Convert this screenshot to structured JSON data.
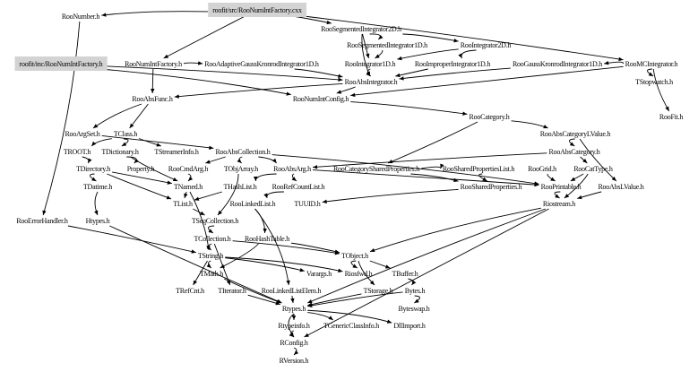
{
  "diagram": {
    "type": "include-dependency-graph",
    "highlight_color": "#d3d3d3",
    "nodes": [
      {
        "id": "roofit/src/RooNumIntFactory.cxx",
        "highlighted": true
      },
      {
        "id": "RooNumber.h"
      },
      {
        "id": "RooSegmentedIntegrator2D.h"
      },
      {
        "id": "RooSegmentedIntegrator1D.h"
      },
      {
        "id": "RooIntegrator2D.h"
      },
      {
        "id": "roofit/inc/RooNumIntFactory.h",
        "highlighted": true
      },
      {
        "id": "RooNumIntFactory.h"
      },
      {
        "id": "RooAdaptiveGaussKronrodIntegrator1D.h"
      },
      {
        "id": "RooIntegrator1D.h"
      },
      {
        "id": "RooImproperIntegrator1D.h"
      },
      {
        "id": "RooGaussKronrodIntegrator1D.h"
      },
      {
        "id": "RooMCIntegrator.h"
      },
      {
        "id": "RooAbsIntegrator.h"
      },
      {
        "id": "TStopwatch.h"
      },
      {
        "id": "RooAbsFunc.h"
      },
      {
        "id": "RooNumIntConfig.h"
      },
      {
        "id": "RooCategory.h"
      },
      {
        "id": "RooFit.h"
      },
      {
        "id": "RooArgSet.h"
      },
      {
        "id": "TClass.h"
      },
      {
        "id": "RooAbsCategoryLValue.h"
      },
      {
        "id": "TROOT.h"
      },
      {
        "id": "TDictionary.h"
      },
      {
        "id": "TStreamerInfo.h"
      },
      {
        "id": "RooAbsCollection.h"
      },
      {
        "id": "RooAbsCategory.h"
      },
      {
        "id": "TDirectory.h"
      },
      {
        "id": "Property.h"
      },
      {
        "id": "RooCmdArg.h"
      },
      {
        "id": "TObjArray.h"
      },
      {
        "id": "RooAbsArg.h"
      },
      {
        "id": "RooCategorySharedProperties.h"
      },
      {
        "id": "RooSharedPropertiesList.h"
      },
      {
        "id": "RooGrid.h"
      },
      {
        "id": "RooCatType.h"
      },
      {
        "id": "TDatime.h"
      },
      {
        "id": "TNamed.h"
      },
      {
        "id": "THashList.h"
      },
      {
        "id": "RooRefCountList.h"
      },
      {
        "id": "RooSharedProperties.h"
      },
      {
        "id": "RooPrintable.h"
      },
      {
        "id": "RooAbsLValue.h"
      },
      {
        "id": "TList.h"
      },
      {
        "id": "RooLinkedList.h"
      },
      {
        "id": "TUUID.h"
      },
      {
        "id": "Riostream.h"
      },
      {
        "id": "RooErrorHandler.h"
      },
      {
        "id": "Htypes.h"
      },
      {
        "id": "TSeqCollection.h"
      },
      {
        "id": "TCollection.h"
      },
      {
        "id": "RooHashTable.h"
      },
      {
        "id": "TString.h"
      },
      {
        "id": "TObject.h"
      },
      {
        "id": "TMath.h"
      },
      {
        "id": "Varargs.h"
      },
      {
        "id": "Riosfwd.h"
      },
      {
        "id": "TBuffer.h"
      },
      {
        "id": "TRefCnt.h"
      },
      {
        "id": "TIterator.h"
      },
      {
        "id": "RooLinkedListElem.h"
      },
      {
        "id": "TStorage.h"
      },
      {
        "id": "Bytes.h"
      },
      {
        "id": "Rtypes.h"
      },
      {
        "id": "Byteswap.h"
      },
      {
        "id": "Rtypeinfo.h"
      },
      {
        "id": "TGenericClassInfo.h"
      },
      {
        "id": "DllImport.h"
      },
      {
        "id": "RConfig.h"
      },
      {
        "id": "RVersion.h"
      }
    ],
    "edges": [
      [
        "roofit/src/RooNumIntFactory.cxx",
        "RooNumber.h"
      ],
      [
        "roofit/src/RooNumIntFactory.cxx",
        "RooSegmentedIntegrator2D.h"
      ],
      [
        "roofit/src/RooNumIntFactory.cxx",
        "RooNumIntFactory.h"
      ],
      [
        "roofit/src/RooNumIntFactory.cxx",
        "RooMCIntegrator.h"
      ],
      [
        "RooSegmentedIntegrator2D.h",
        "RooSegmentedIntegrator1D.h"
      ],
      [
        "RooSegmentedIntegrator2D.h",
        "RooIntegrator2D.h"
      ],
      [
        "RooSegmentedIntegrator2D.h",
        "RooAbsIntegrator.h"
      ],
      [
        "RooSegmentedIntegrator2D.h",
        "RooIntegrator1D.h"
      ],
      [
        "RooSegmentedIntegrator1D.h",
        "RooIntegrator1D.h"
      ],
      [
        "RooIntegrator2D.h",
        "RooIntegrator1D.h"
      ],
      [
        "RooIntegrator2D.h",
        "RooImproperIntegrator1D.h"
      ],
      [
        "RooNumIntFactory.h",
        "RooAdaptiveGaussKronrodIntegrator1D.h"
      ],
      [
        "RooNumIntFactory.h",
        "RooAbsFunc.h"
      ],
      [
        "roofit/inc/RooNumIntFactory.h",
        "RooAbsIntegrator.h"
      ],
      [
        "roofit/inc/RooNumIntFactory.h",
        "RooNumIntConfig.h"
      ],
      [
        "RooAdaptiveGaussKronrodIntegrator1D.h",
        "RooAbsIntegrator.h"
      ],
      [
        "RooIntegrator1D.h",
        "RooAbsIntegrator.h"
      ],
      [
        "RooImproperIntegrator1D.h",
        "RooAbsIntegrator.h"
      ],
      [
        "RooGaussKronrodIntegrator1D.h",
        "RooAbsIntegrator.h"
      ],
      [
        "RooMCIntegrator.h",
        "RooGaussKronrodIntegrator1D.h"
      ],
      [
        "RooMCIntegrator.h",
        "TStopwatch.h"
      ],
      [
        "RooMCIntegrator.h",
        "RooFit.h"
      ],
      [
        "RooMCIntegrator.h",
        "RooNumIntConfig.h"
      ],
      [
        "RooAbsIntegrator.h",
        "RooAbsFunc.h"
      ],
      [
        "RooAbsIntegrator.h",
        "RooNumIntConfig.h"
      ],
      [
        "RooNumIntConfig.h",
        "RooCategory.h"
      ],
      [
        "RooAbsFunc.h",
        "RooArgSet.h"
      ],
      [
        "RooAbsFunc.h",
        "TClass.h"
      ],
      [
        "RooCategory.h",
        "RooAbsCategoryLValue.h"
      ],
      [
        "RooCategory.h",
        "RooCategorySharedProperties.h"
      ],
      [
        "RooAbsCategoryLValue.h",
        "RooAbsCategory.h"
      ],
      [
        "RooAbsCategoryLValue.h",
        "RooAbsLValue.h"
      ],
      [
        "RooAbsCategory.h",
        "RooCatType.h"
      ],
      [
        "RooAbsCategory.h",
        "RooAbsArg.h"
      ],
      [
        "TClass.h",
        "TDictionary.h"
      ],
      [
        "TClass.h",
        "TStreamerInfo.h"
      ],
      [
        "TClass.h",
        "TROOT.h"
      ],
      [
        "RooArgSet.h",
        "RooAbsCollection.h"
      ],
      [
        "TROOT.h",
        "TDirectory.h"
      ],
      [
        "TDictionary.h",
        "Property.h"
      ],
      [
        "TDictionary.h",
        "TNamed.h"
      ],
      [
        "RooAbsCollection.h",
        "TObjArray.h"
      ],
      [
        "RooAbsCollection.h",
        "RooCmdArg.h"
      ],
      [
        "RooAbsCollection.h",
        "RooAbsArg.h"
      ],
      [
        "RooAbsCollection.h",
        "RooPrintable.h"
      ],
      [
        "TDirectory.h",
        "TDatime.h"
      ],
      [
        "TDirectory.h",
        "TList.h"
      ],
      [
        "TDirectory.h",
        "TNamed.h"
      ],
      [
        "RooCmdArg.h",
        "TNamed.h"
      ],
      [
        "TObjArray.h",
        "TSeqCollection.h"
      ],
      [
        "RooAbsArg.h",
        "THashList.h"
      ],
      [
        "RooAbsArg.h",
        "RooRefCountList.h"
      ],
      [
        "RooAbsArg.h",
        "RooPrintable.h"
      ],
      [
        "RooCategorySharedProperties.h",
        "RooSharedProperties.h"
      ],
      [
        "RooCategorySharedProperties.h",
        "RooSharedPropertiesList.h"
      ],
      [
        "RooSharedPropertiesList.h",
        "RooSharedProperties.h"
      ],
      [
        "RooGrid.h",
        "RooPrintable.h"
      ],
      [
        "RooCatType.h",
        "RooPrintable.h"
      ],
      [
        "RooCatType.h",
        "Riostream.h"
      ],
      [
        "RooAbsLValue.h",
        "Riostream.h"
      ],
      [
        "RooPrintable.h",
        "Riostream.h"
      ],
      [
        "TDatime.h",
        "Htypes.h"
      ],
      [
        "TNamed.h",
        "TList.h"
      ],
      [
        "TNamed.h",
        "TString.h"
      ],
      [
        "THashList.h",
        "TList.h"
      ],
      [
        "RooRefCountList.h",
        "RooLinkedList.h"
      ],
      [
        "RooSharedProperties.h",
        "TUUID.h"
      ],
      [
        "TList.h",
        "TSeqCollection.h"
      ],
      [
        "RooLinkedList.h",
        "RooHashTable.h"
      ],
      [
        "RooLinkedList.h",
        "RooLinkedListElem.h"
      ],
      [
        "TSeqCollection.h",
        "TCollection.h"
      ],
      [
        "TCollection.h",
        "TString.h"
      ],
      [
        "TCollection.h",
        "TIterator.h"
      ],
      [
        "TCollection.h",
        "TObject.h"
      ],
      [
        "RooHashTable.h",
        "TMath.h"
      ],
      [
        "RooHashTable.h",
        "TObject.h"
      ],
      [
        "TString.h",
        "TMath.h"
      ],
      [
        "TString.h",
        "TRefCnt.h"
      ],
      [
        "TString.h",
        "Varargs.h"
      ],
      [
        "TString.h",
        "Riosfwd.h"
      ],
      [
        "TObject.h",
        "Riosfwd.h"
      ],
      [
        "TObject.h",
        "TStorage.h"
      ],
      [
        "TObject.h",
        "TBuffer.h"
      ],
      [
        "TBuffer.h",
        "Bytes.h"
      ],
      [
        "Bytes.h",
        "Byteswap.h"
      ],
      [
        "TMath.h",
        "Rtypes.h"
      ],
      [
        "TIterator.h",
        "Rtypes.h"
      ],
      [
        "RooLinkedListElem.h",
        "Rtypes.h"
      ],
      [
        "TStorage.h",
        "Rtypes.h"
      ],
      [
        "Bytes.h",
        "Rtypes.h"
      ],
      [
        "Riostream.h",
        "TObject.h"
      ],
      [
        "Riostream.h",
        "Rtypes.h"
      ],
      [
        "Rtypes.h",
        "Rtypeinfo.h"
      ],
      [
        "Rtypes.h",
        "TGenericClassInfo.h"
      ],
      [
        "Rtypes.h",
        "DllImport.h"
      ],
      [
        "Rtypes.h",
        "RConfig.h"
      ],
      [
        "Rtypeinfo.h",
        "RConfig.h"
      ],
      [
        "Riostream.h",
        "RConfig.h"
      ],
      [
        "RConfig.h",
        "RVersion.h"
      ],
      [
        "RooNumber.h",
        "RooErrorHandler.h"
      ],
      [
        "RooErrorHandler.h",
        "TString.h"
      ],
      [
        "Htypes.h",
        "Rtypes.h"
      ]
    ]
  }
}
